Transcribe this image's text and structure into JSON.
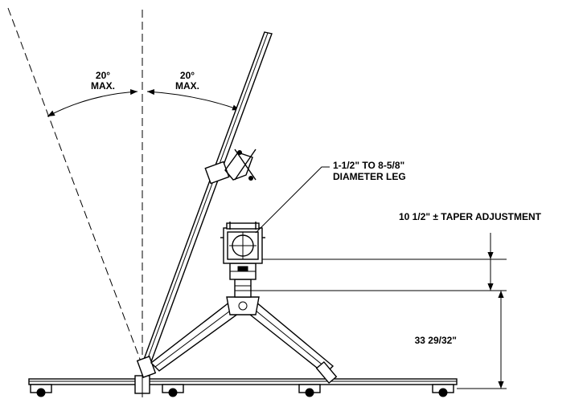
{
  "annotations": {
    "left_angle": {
      "value": "20°",
      "limit": "MAX."
    },
    "right_angle": {
      "value": "20°",
      "limit": "MAX."
    },
    "leg_diameter": {
      "line1": "1-1/2\" TO 8-5/8\"",
      "line2": "DIAMETER LEG"
    },
    "taper_adjustment": "10 1/2\" ± TAPER ADJUSTMENT",
    "height": "33 29/32\""
  }
}
